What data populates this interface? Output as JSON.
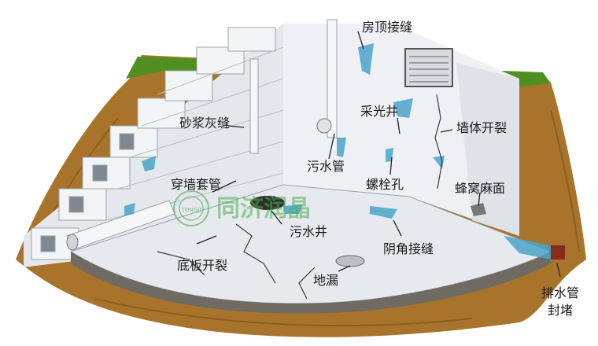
{
  "labels": {
    "roof_seam": "房顶接缝",
    "light_well": "采光井",
    "mortar_joint": "砂浆灰缝",
    "wall_crack": "墙体开裂",
    "sewage_pipe": "污水管",
    "bolt_hole": "螺栓孔",
    "wall_sleeve": "穿墙套管",
    "honeycomb": "蜂窝麻面",
    "sewage_well": "污水井",
    "corner_seam": "阴角接缝",
    "floor_crack": "底板开裂",
    "floor_drain": "地漏",
    "drain_plug_line1": "排水管",
    "drain_plug_line2": "封堵"
  },
  "watermark": {
    "text": "同济润晶",
    "seal_text": "TONGJI"
  },
  "colors": {
    "soil": "#a8742c",
    "grass": "#4e8f1f",
    "wall": "#eef0f3",
    "block": "#f2f4f6",
    "floor": "#e6e9ee",
    "leak": "#4aa3c8",
    "watermark": "#4caf50"
  }
}
